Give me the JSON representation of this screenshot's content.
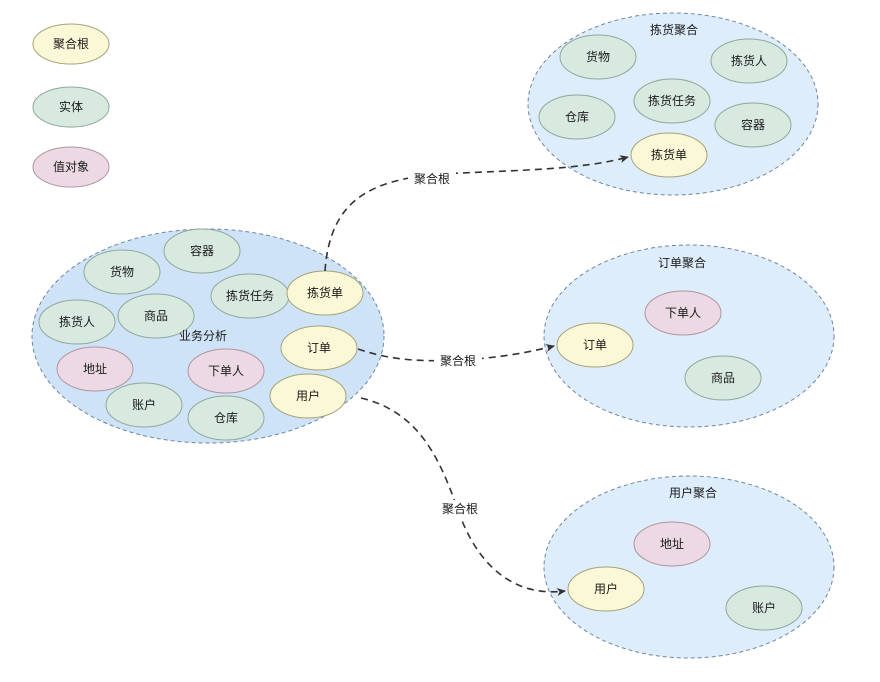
{
  "colors": {
    "root_fill": "#faf8d6",
    "root_stroke": "#a6a37a",
    "entity_fill": "#d8eae0",
    "entity_stroke": "#8fa89a",
    "value_fill": "#ecd9e4",
    "value_stroke": "#b0959f",
    "group_fill": "#deedfb",
    "group_main_fill": "#cfe3f8",
    "group_stroke": "#6f86a0",
    "edge": "#333333"
  },
  "legend": {
    "aggregate_root": "聚合根",
    "entity": "实体",
    "value_object": "值对象"
  },
  "business": {
    "title": "业务分析",
    "items": {
      "goods": "货物",
      "container": "容器",
      "product": "商品",
      "picker": "拣货人",
      "pick_task": "拣货任务",
      "pick_order": "拣货单",
      "order": "订单",
      "address": "地址",
      "orderer": "下单人",
      "user": "用户",
      "account": "账户",
      "warehouse": "仓库"
    }
  },
  "pick_aggregate": {
    "title": "拣货聚合",
    "items": {
      "goods": "货物",
      "picker": "拣货人",
      "pick_task": "拣货任务",
      "warehouse": "仓库",
      "container": "容器",
      "pick_order": "拣货单"
    }
  },
  "order_aggregate": {
    "title": "订单聚合",
    "items": {
      "orderer": "下单人",
      "order": "订单",
      "product": "商品"
    }
  },
  "user_aggregate": {
    "title": "用户聚合",
    "items": {
      "address": "地址",
      "user": "用户",
      "account": "账户"
    }
  },
  "edges": {
    "pick": "聚合根",
    "order": "聚合根",
    "user": "聚合根"
  }
}
